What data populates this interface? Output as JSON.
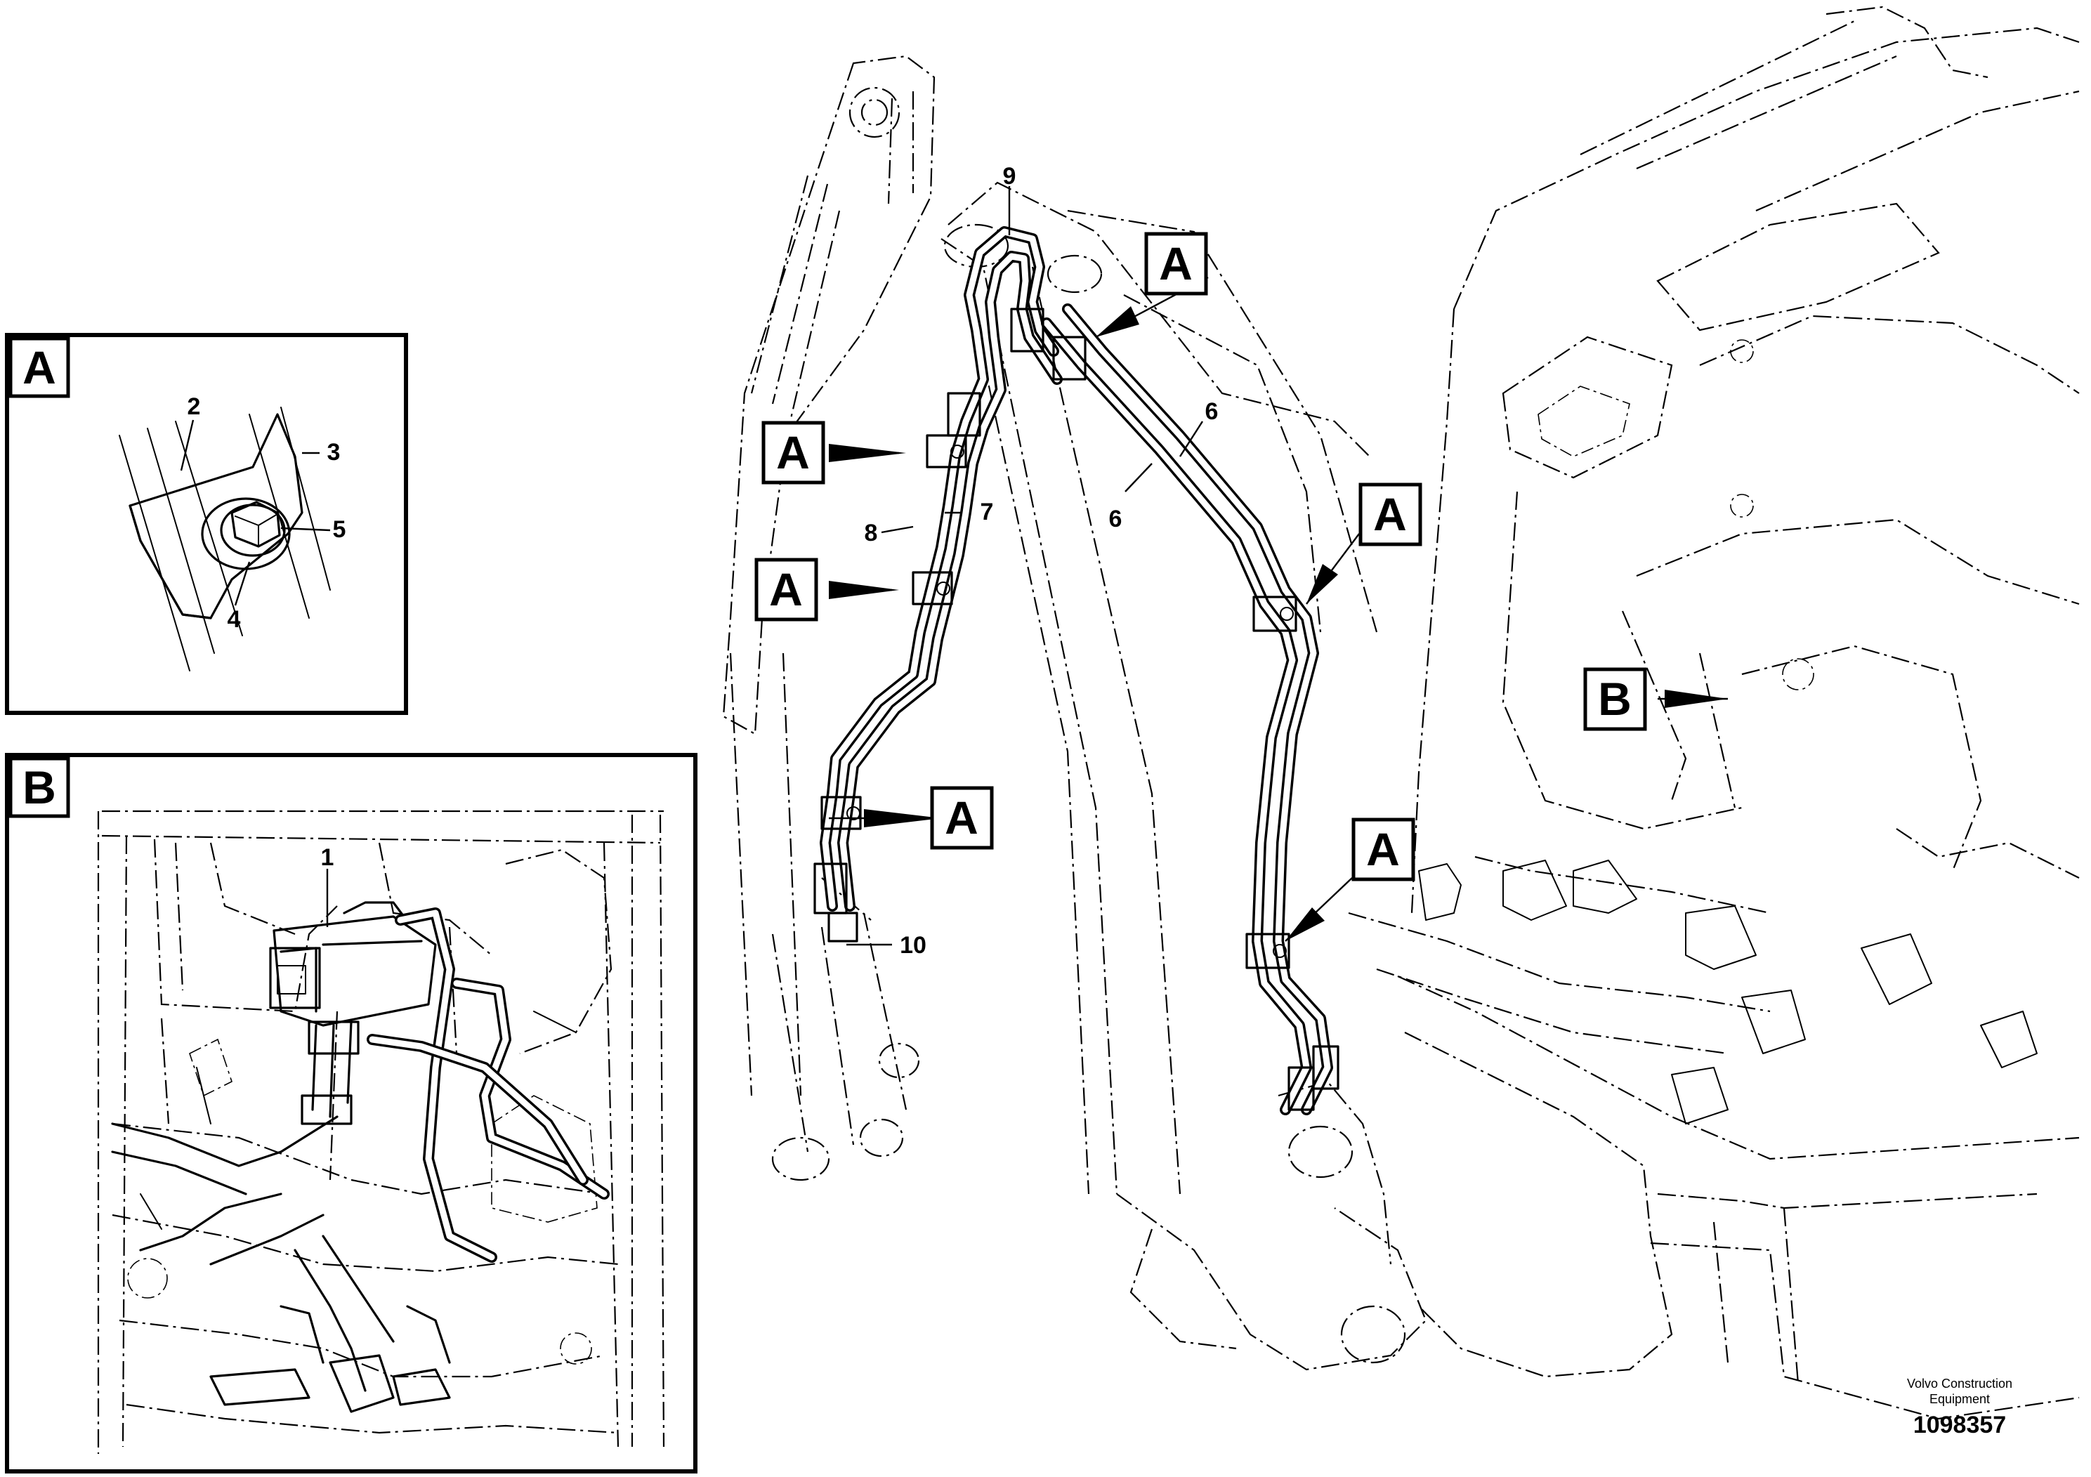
{
  "view_labels": {
    "detail_a": "A",
    "detail_b": "B"
  },
  "callouts": [
    {
      "id": "A1",
      "text": "A"
    },
    {
      "id": "A2",
      "text": "A"
    },
    {
      "id": "A3",
      "text": "A"
    },
    {
      "id": "A4",
      "text": "A"
    },
    {
      "id": "A5",
      "text": "A"
    },
    {
      "id": "A6",
      "text": "A"
    },
    {
      "id": "B1",
      "text": "B"
    }
  ],
  "part_numbers": {
    "p1": "1",
    "p2": "2",
    "p3": "3",
    "p4": "4",
    "p5": "5",
    "p6a": "6",
    "p6b": "6",
    "p7": "7",
    "p8": "8",
    "p9": "9",
    "p10": "10"
  },
  "footer": {
    "brand_line1": "Volvo Construction",
    "brand_line2": "Equipment",
    "drawing_number": "1098357"
  }
}
